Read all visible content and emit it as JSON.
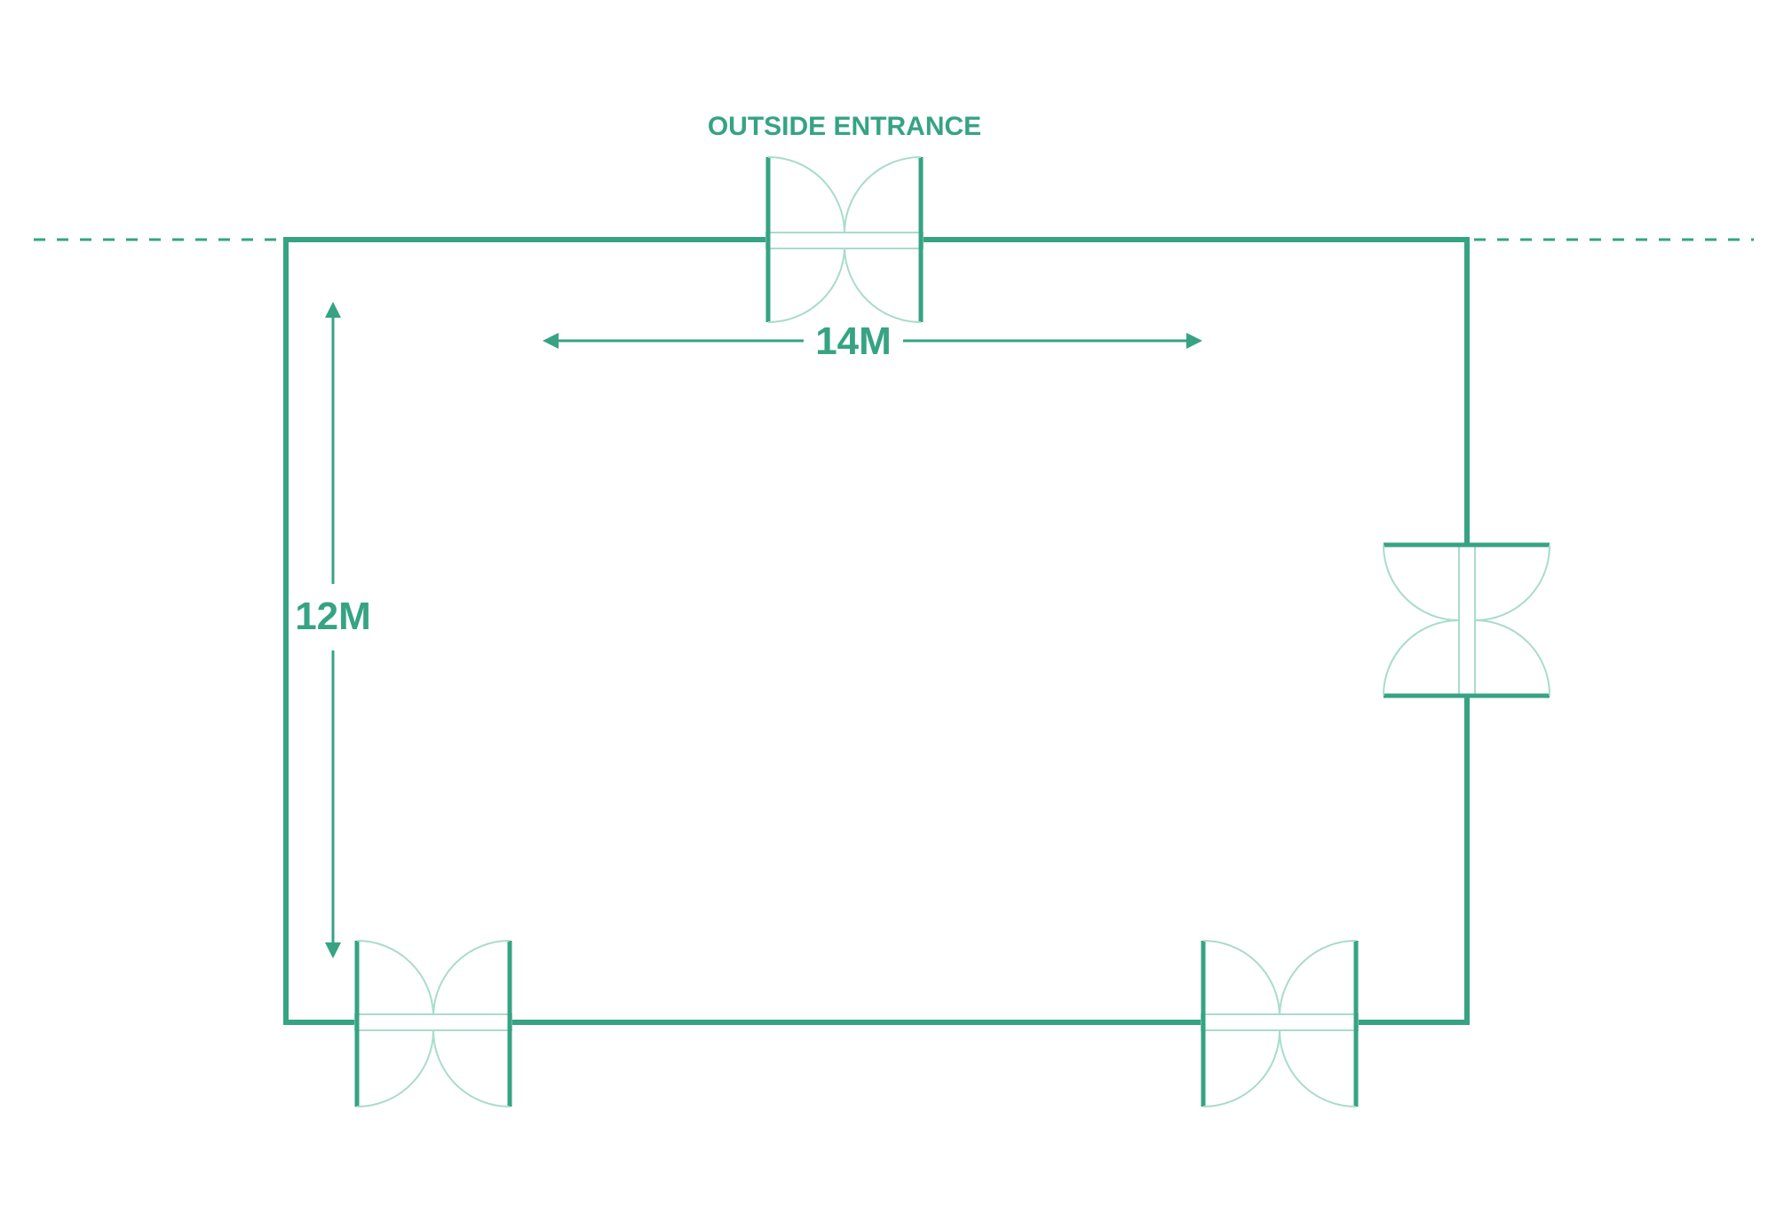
{
  "labels": {
    "entrance": "OUTSIDE ENTRANCE",
    "width": "14M",
    "height": "12M"
  },
  "room": {
    "width_m": 14,
    "height_m": 12
  },
  "colors": {
    "wall": "#36a383",
    "door_arc": "#a8dccb",
    "dashed": "#36a383",
    "background": "#ffffff"
  },
  "doors": [
    {
      "name": "top-double-door",
      "wall": "top"
    },
    {
      "name": "right-double-door",
      "wall": "right"
    },
    {
      "name": "bottom-left-double-door",
      "wall": "bottom"
    },
    {
      "name": "bottom-right-double-door",
      "wall": "bottom"
    }
  ]
}
